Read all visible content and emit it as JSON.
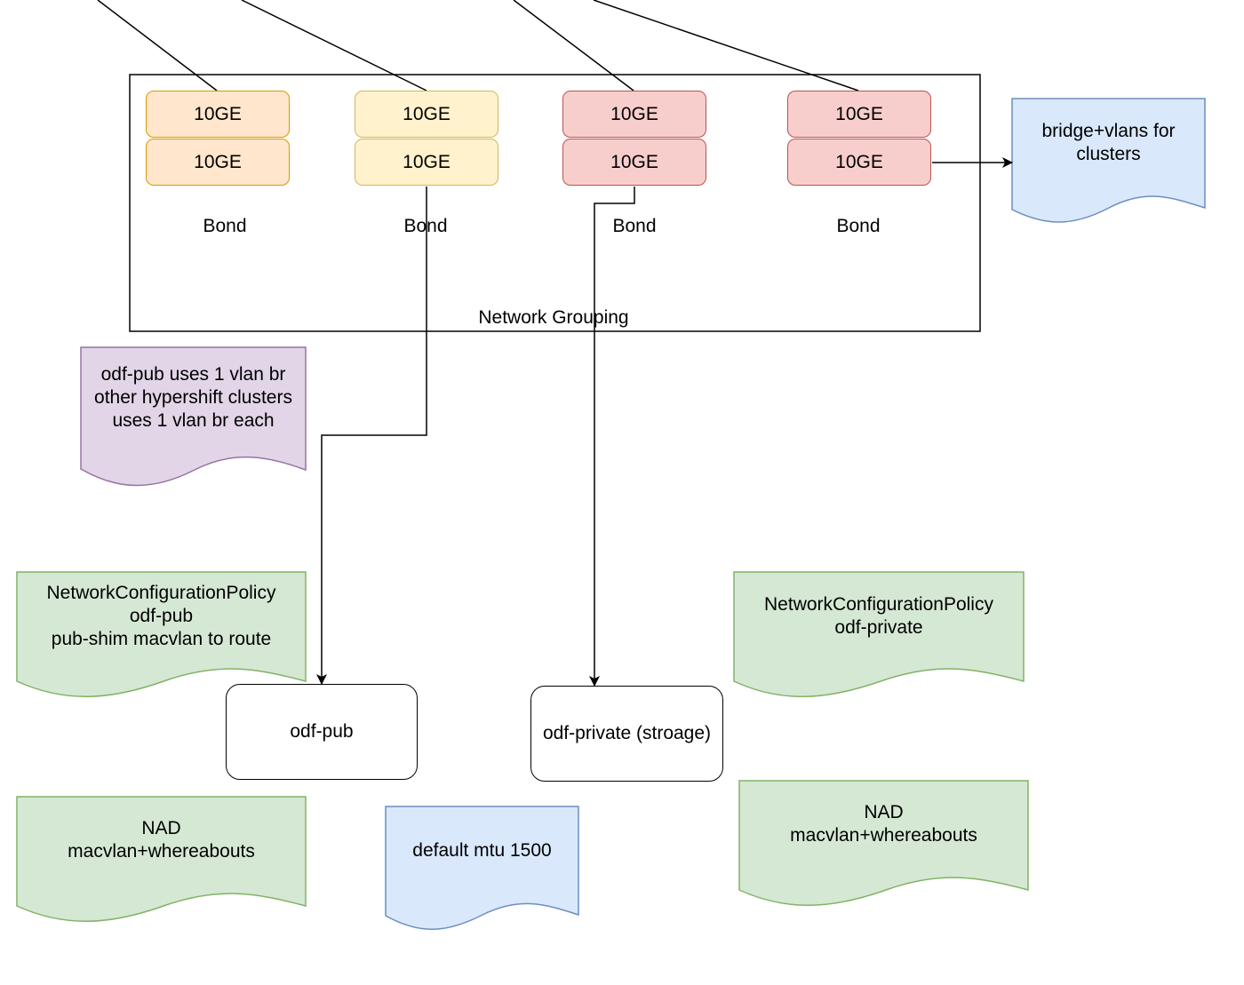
{
  "group": {
    "label": "Network Grouping"
  },
  "bonds": [
    {
      "nics": [
        "10GE",
        "10GE"
      ],
      "label": "Bond",
      "fill": "#ffe6cc",
      "stroke": "#d79b00"
    },
    {
      "nics": [
        "10GE",
        "10GE"
      ],
      "label": "Bond",
      "fill": "#fff2cc",
      "stroke": "#d6b656"
    },
    {
      "nics": [
        "10GE",
        "10GE"
      ],
      "label": "Bond",
      "fill": "#f8cecc",
      "stroke": "#b85450"
    },
    {
      "nics": [
        "10GE",
        "10GE"
      ],
      "label": "Bond",
      "fill": "#f8cecc",
      "stroke": "#b85450"
    }
  ],
  "notes": {
    "bridge": {
      "lines": [
        "bridge+vlans for",
        "clusters"
      ],
      "fill": "#dae8fc",
      "stroke": "#6c8ebf"
    },
    "odf_pub_vlan": {
      "lines": [
        "odf-pub uses 1 vlan br",
        "other hypershift clusters",
        "uses 1 vlan br each"
      ],
      "fill": "#e1d5e7",
      "stroke": "#9673a6"
    },
    "ncp_pub": {
      "lines": [
        "NetworkConfigurationPolicy",
        "odf-pub",
        "pub-shim macvlan to route"
      ],
      "fill": "#d5e8d4",
      "stroke": "#82b366"
    },
    "ncp_private": {
      "lines": [
        "NetworkConfigurationPolicy",
        "odf-private"
      ],
      "fill": "#d5e8d4",
      "stroke": "#82b366"
    },
    "nad_pub": {
      "lines": [
        "NAD",
        "macvlan+whereabouts"
      ],
      "fill": "#d5e8d4",
      "stroke": "#82b366"
    },
    "mtu": {
      "lines": [
        "default mtu 1500"
      ],
      "fill": "#dae8fc",
      "stroke": "#6c8ebf"
    },
    "nad_private": {
      "lines": [
        "NAD",
        "macvlan+whereabouts"
      ],
      "fill": "#d5e8d4",
      "stroke": "#82b366"
    }
  },
  "nodes": {
    "odf_pub": {
      "label": "odf-pub"
    },
    "odf_private": {
      "label": "odf-private (stroage)"
    }
  }
}
